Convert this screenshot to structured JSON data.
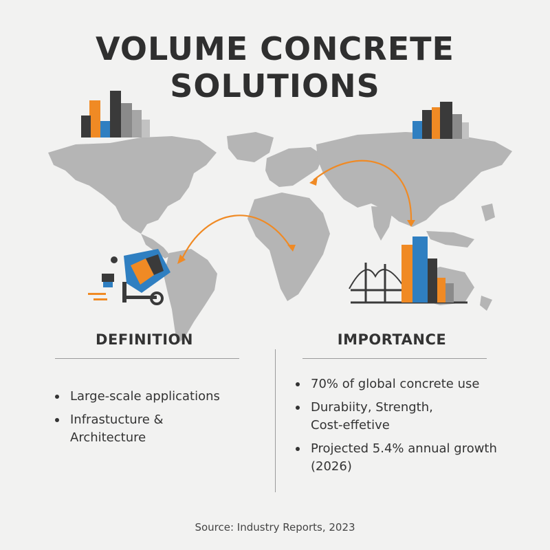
{
  "title": {
    "line1": "VOLUME CONCRETE",
    "line2": "SOLUTIONS"
  },
  "definition": {
    "heading": "DEFINITION",
    "items": [
      "Large-scale applications",
      "Infrastucture &\nArchitecture"
    ]
  },
  "importance": {
    "heading": "IMPORTANCE",
    "items": [
      "70% of global concrete use",
      "Durabiity, Strength,\nCost-effetive",
      "Projected 5.4% annual growth\n(2026)"
    ]
  },
  "source": "Source: Industry Reports, 2023",
  "colors": {
    "accent_orange": "#f08a24",
    "accent_blue": "#2f7fc1",
    "dark": "#2b2b2b",
    "map_gray": "#b3b3b3",
    "background": "#f2f2f1"
  },
  "icons": [
    "skyline-icon",
    "world-map",
    "cement-mixer-icon",
    "bridge-skyline-icon"
  ]
}
